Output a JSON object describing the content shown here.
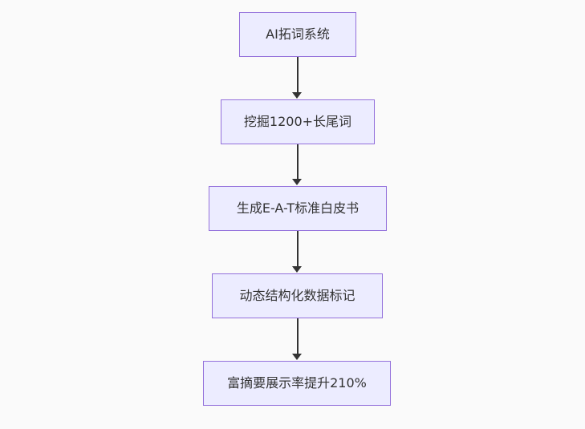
{
  "page": {
    "background_color": "#fafafa"
  },
  "flowchart": {
    "type": "flowchart",
    "direction": "top-down",
    "colors": {
      "node_fill": "#ECECFF",
      "node_border": "#9370DB",
      "arrow": "#333333",
      "text": "#333333"
    },
    "nodes": [
      {
        "id": "n1",
        "label": "AI拓词系统"
      },
      {
        "id": "n2",
        "label": "挖掘1200+长尾词"
      },
      {
        "id": "n3",
        "label": "生成E-A-T标准白皮书"
      },
      {
        "id": "n4",
        "label": "动态结构化数据标记"
      },
      {
        "id": "n5",
        "label": "富摘要展示率提升210%"
      }
    ],
    "edges": [
      {
        "from": "n1",
        "to": "n2"
      },
      {
        "from": "n2",
        "to": "n3"
      },
      {
        "from": "n3",
        "to": "n4"
      },
      {
        "from": "n4",
        "to": "n5"
      }
    ]
  }
}
